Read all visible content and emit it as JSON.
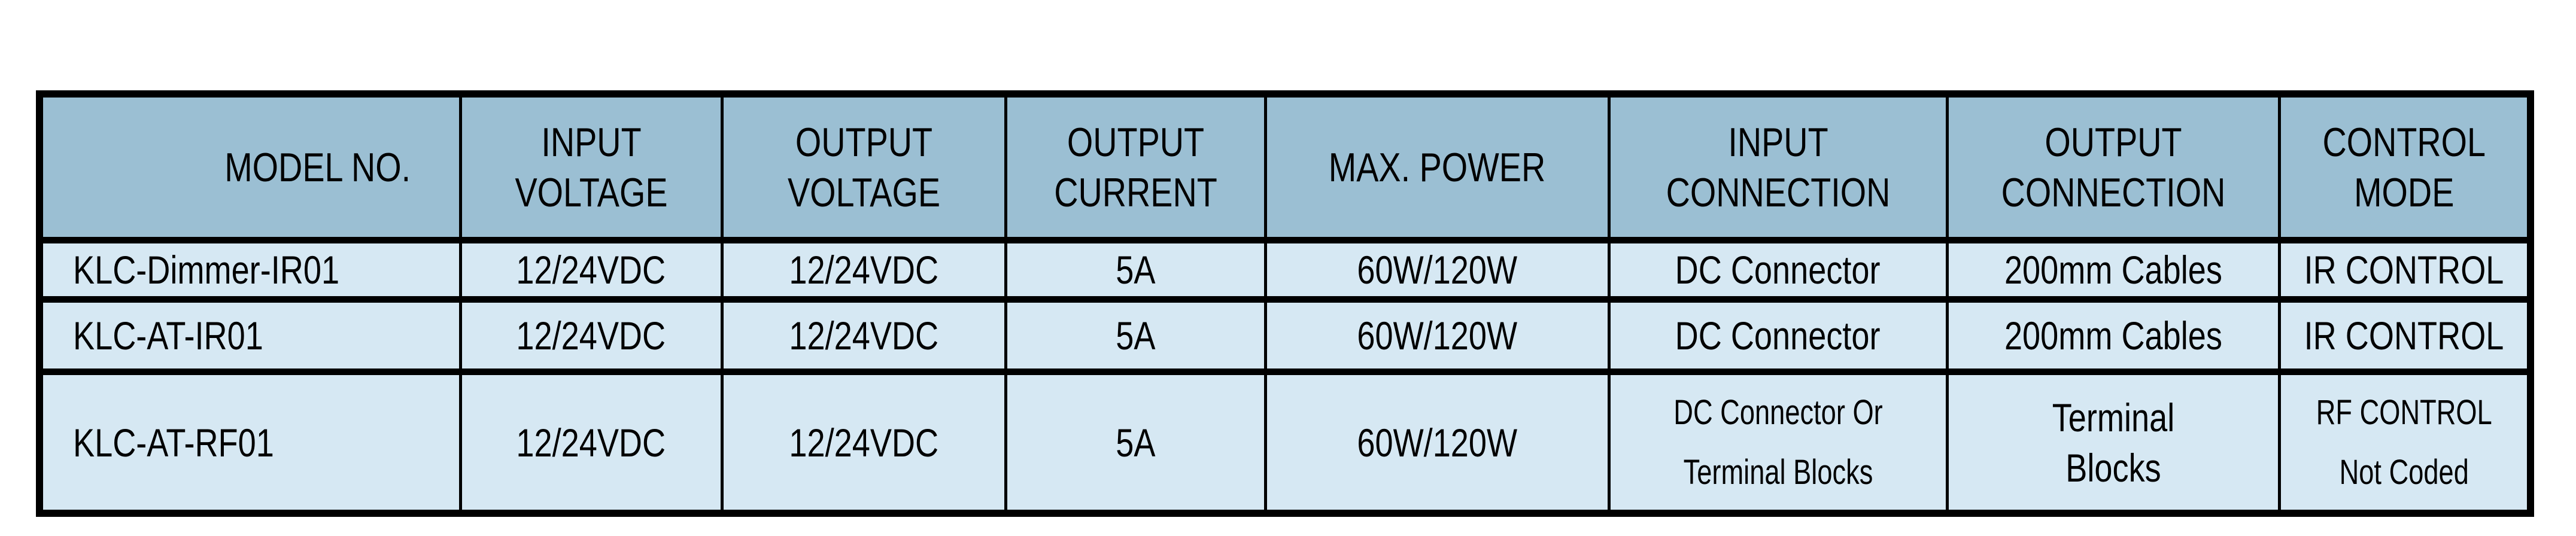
{
  "headers": [
    [
      "MODEL NO."
    ],
    [
      "INPUT",
      "VOLTAGE"
    ],
    [
      "OUTPUT",
      "VOLTAGE"
    ],
    [
      "OUTPUT",
      "CURRENT"
    ],
    [
      "MAX. POWER"
    ],
    [
      "INPUT",
      "CONNECTION"
    ],
    [
      "OUTPUT",
      "CONNECTION"
    ],
    [
      "CONTROL",
      "MODE"
    ]
  ],
  "rows": [
    {
      "model": "KLC-Dimmer-IR01",
      "input_voltage": "12/24VDC",
      "output_voltage": "12/24VDC",
      "output_current": "5A",
      "max_power": "60W/120W",
      "input_connection": [
        "DC Connector"
      ],
      "output_connection": [
        "200mm Cables"
      ],
      "control_mode": [
        "IR CONTROL"
      ]
    },
    {
      "model": "KLC-AT-IR01",
      "input_voltage": "12/24VDC",
      "output_voltage": "12/24VDC",
      "output_current": "5A",
      "max_power": "60W/120W",
      "input_connection": [
        "DC Connector"
      ],
      "output_connection": [
        "200mm Cables"
      ],
      "control_mode": [
        "IR CONTROL"
      ]
    },
    {
      "model": "KLC-AT-RF01",
      "input_voltage": "12/24VDC",
      "output_voltage": "12/24VDC",
      "output_current": "5A",
      "max_power": "60W/120W",
      "input_connection": [
        "DC Connector Or",
        "Terminal Blocks"
      ],
      "output_connection": [
        "Terminal",
        "Blocks"
      ],
      "control_mode": [
        "RF CONTROL",
        "Not Coded"
      ]
    }
  ],
  "colors": {
    "header_bg": "#9bbfd3",
    "body_bg": "#d6e8f3",
    "border": "#000000"
  }
}
